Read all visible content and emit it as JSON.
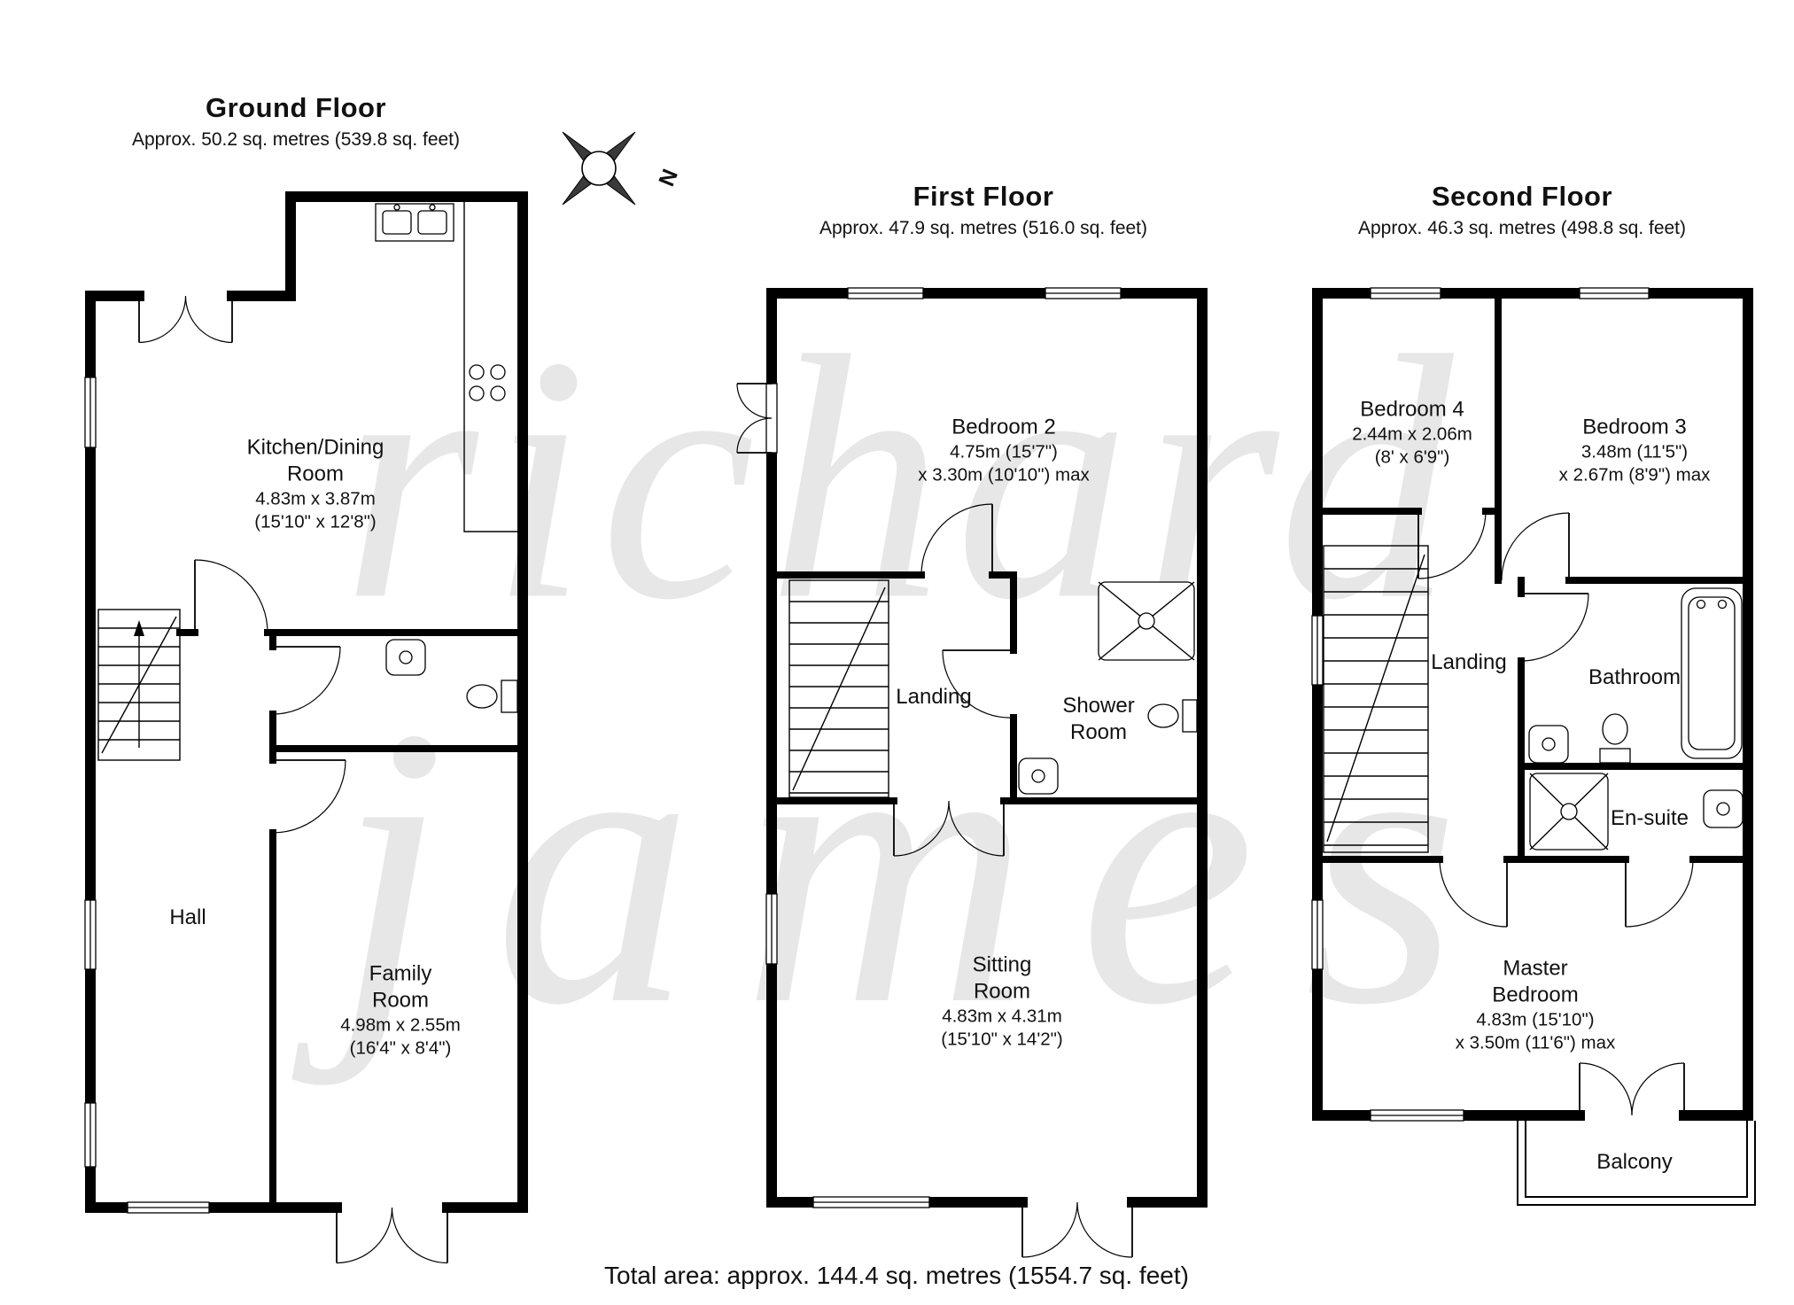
{
  "page": {
    "total_area": "Total area: approx. 144.4 sq. metres (1554.7 sq. feet)",
    "watermark_line1": "richard",
    "watermark_line2": "james",
    "compass_n": "N"
  },
  "colors": {
    "wall": "#000000",
    "watermark": "#c4c4c4",
    "text": "#111111"
  },
  "ground": {
    "title": "Ground Floor",
    "subtitle": "Approx. 50.2 sq. metres (539.8 sq. feet)",
    "kitchen": {
      "l1": "Kitchen/Dining",
      "l2": "Room",
      "l3": "4.83m x 3.87m",
      "l4": "(15'10\" x 12'8\")"
    },
    "hall": {
      "l1": "Hall"
    },
    "family": {
      "l1": "Family",
      "l2": "Room",
      "l3": "4.98m x 2.55m",
      "l4": "(16'4\" x 8'4\")"
    }
  },
  "first": {
    "title": "First Floor",
    "subtitle": "Approx. 47.9 sq. metres (516.0 sq. feet)",
    "bedroom2": {
      "l1": "Bedroom 2",
      "l2": "4.75m (15'7\")",
      "l3": "x 3.30m (10'10\") max"
    },
    "landing": {
      "l1": "Landing"
    },
    "shower": {
      "l1": "Shower",
      "l2": "Room"
    },
    "sitting": {
      "l1": "Sitting",
      "l2": "Room",
      "l3": "4.83m x 4.31m",
      "l4": "(15'10\" x 14'2\")"
    }
  },
  "second": {
    "title": "Second Floor",
    "subtitle": "Approx. 46.3 sq. metres (498.8 sq. feet)",
    "bedroom4": {
      "l1": "Bedroom 4",
      "l2": "2.44m x 2.06m",
      "l3": "(8' x 6'9\")"
    },
    "bedroom3": {
      "l1": "Bedroom 3",
      "l2": "3.48m (11'5\")",
      "l3": "x 2.67m (8'9\") max"
    },
    "landing": {
      "l1": "Landing"
    },
    "bathroom": {
      "l1": "Bathroom"
    },
    "ensuite": {
      "l1": "En-suite"
    },
    "master": {
      "l1": "Master",
      "l2": "Bedroom",
      "l3": "4.83m (15'10\")",
      "l4": "x 3.50m (11'6\") max"
    },
    "balcony": {
      "l1": "Balcony"
    }
  }
}
